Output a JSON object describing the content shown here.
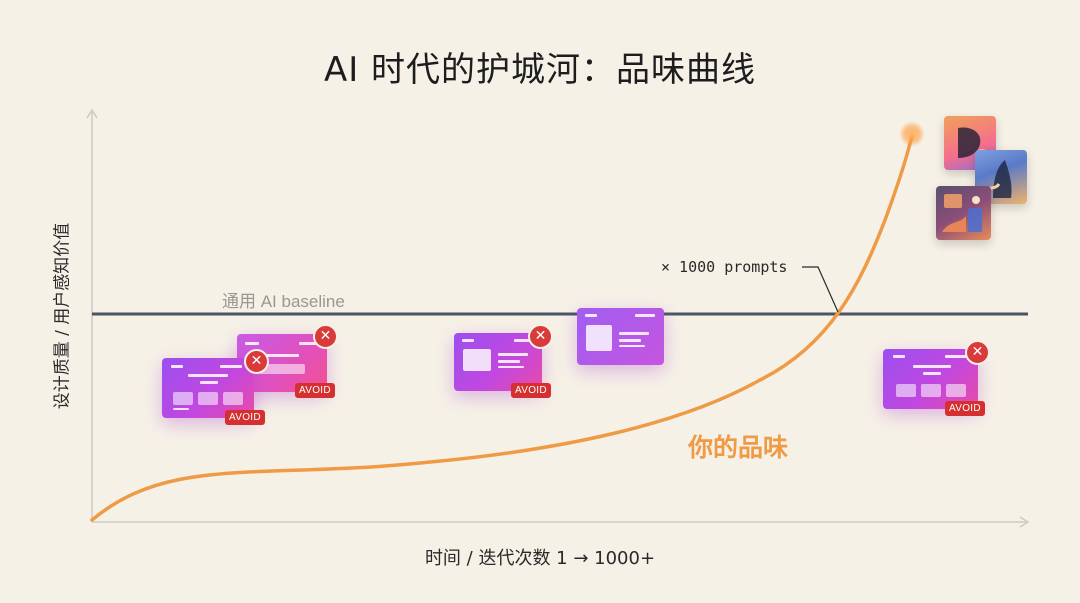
{
  "title": "AI 时代的护城河：品味曲线",
  "y_axis_label": "设计质量 / 用户感知价值",
  "x_axis_label": "时间 / 迭代次数 1 → 1000+",
  "baseline_label": "通用 AI baseline",
  "prompts_annotation": "× 1000 prompts",
  "curve_label": "你的品味",
  "avoid_badge_text": "AVOID",
  "close_glyph": "✕",
  "colors": {
    "background": "#f6f1e7",
    "baseline": "#4a5563",
    "curve": "#ef9a45",
    "avoid": "#d93a3a",
    "card_purple": "#a855f7",
    "card_pink": "#ec4899"
  },
  "icons": [
    "close-icon",
    "website-mockup",
    "art-tile"
  ]
}
